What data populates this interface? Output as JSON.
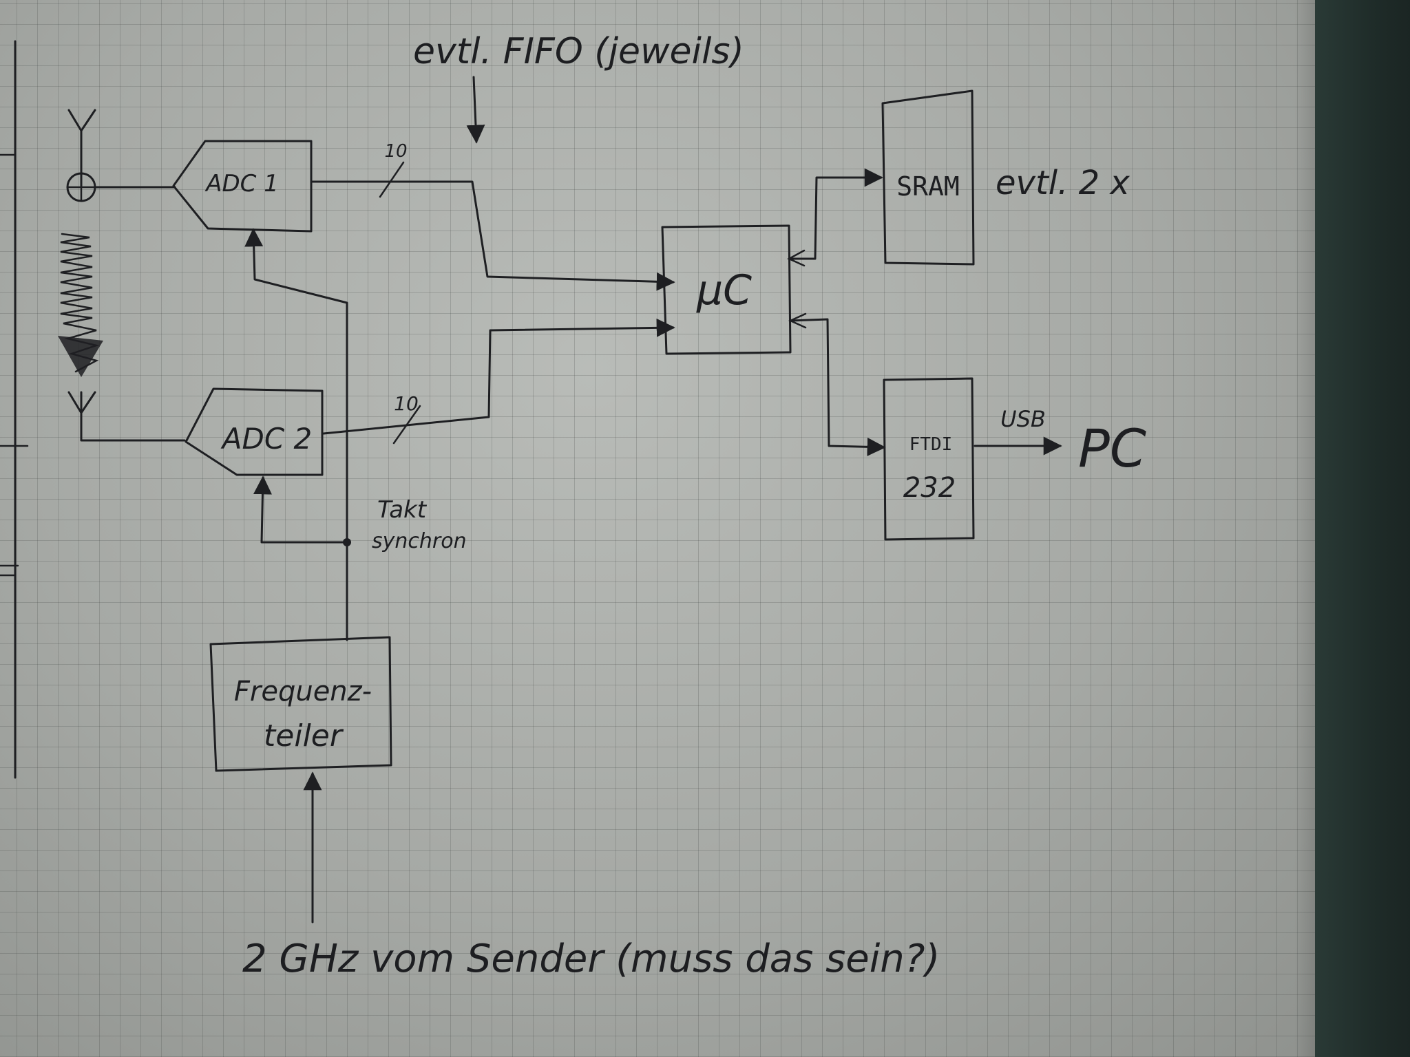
{
  "labels": {
    "fifo_note": "evtl. FIFO (jeweils)",
    "adc1": "ADC 1",
    "adc2": "ADC 2",
    "bus_width_1": "10",
    "bus_width_2": "10",
    "mcu": "µC",
    "sram": "SRAM",
    "sram_note": "evtl. 2 x",
    "ftdi_line1": "FTDI",
    "ftdi_line2": "232",
    "usb": "USB",
    "pc": "PC",
    "clock_line1": "Takt",
    "clock_line2": "synchron",
    "divider_line1": "Frequenz-",
    "divider_line2": "teiler",
    "source_note": "2 GHz vom Sender (muss das sein?)"
  },
  "colors": {
    "ink": "#1e1f22",
    "paper": "#a9aca8",
    "grid": "#3c403e",
    "board": "#1f2c29"
  }
}
